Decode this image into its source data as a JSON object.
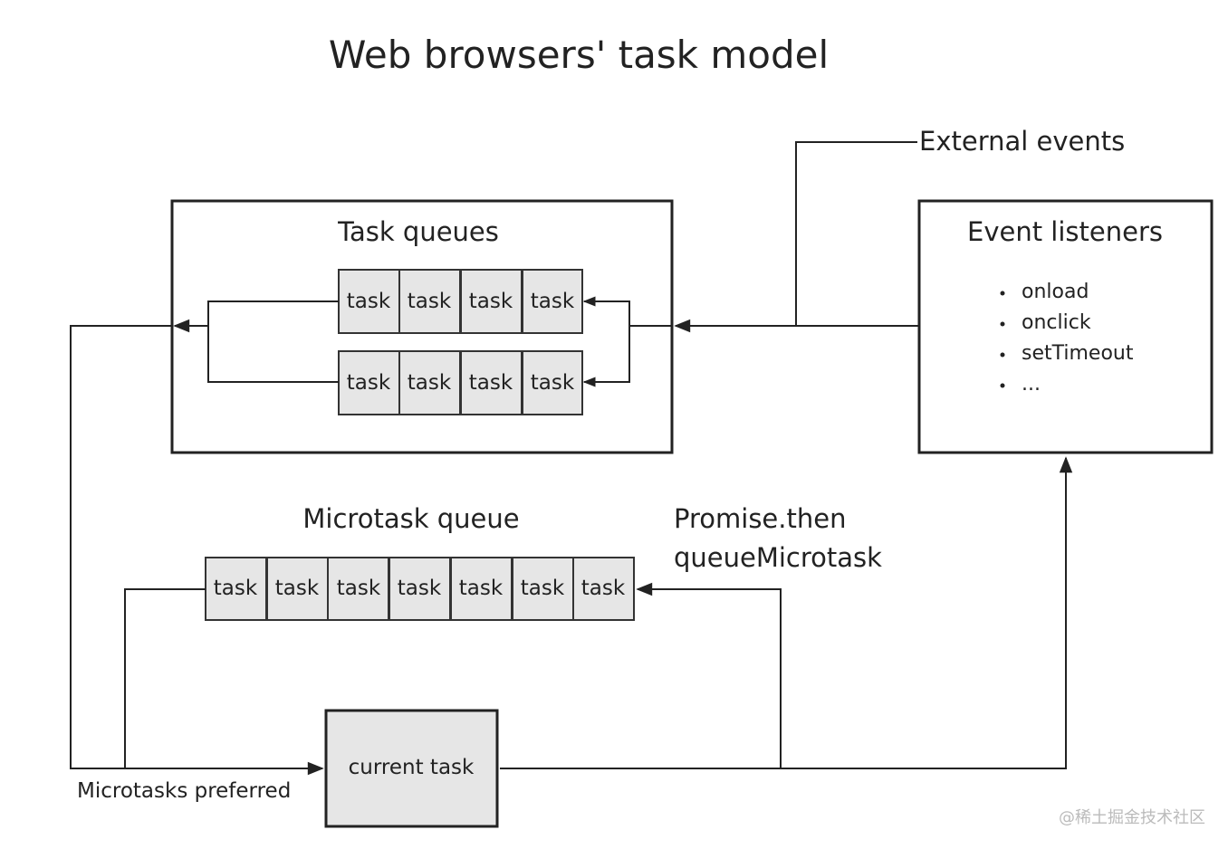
{
  "title": "Web browsers' task model",
  "task_queues": {
    "label": "Task queues",
    "queue1": [
      "task",
      "task",
      "task",
      "task"
    ],
    "queue2": [
      "task",
      "task",
      "task",
      "task"
    ]
  },
  "event_listeners": {
    "label": "Event listeners",
    "items": [
      "onload",
      "onclick",
      "setTimeout",
      "..."
    ]
  },
  "external_events": "External events",
  "microtask_queue": {
    "label": "Microtask queue",
    "tasks": [
      "task",
      "task",
      "task",
      "task",
      "task",
      "task",
      "task"
    ]
  },
  "promise_sources": {
    "line1": "Promise.then",
    "line2": "queueMicrotask"
  },
  "current_task": "current task",
  "microtasks_preferred": "Microtasks preferred",
  "watermark": "@稀土掘金技术社区"
}
